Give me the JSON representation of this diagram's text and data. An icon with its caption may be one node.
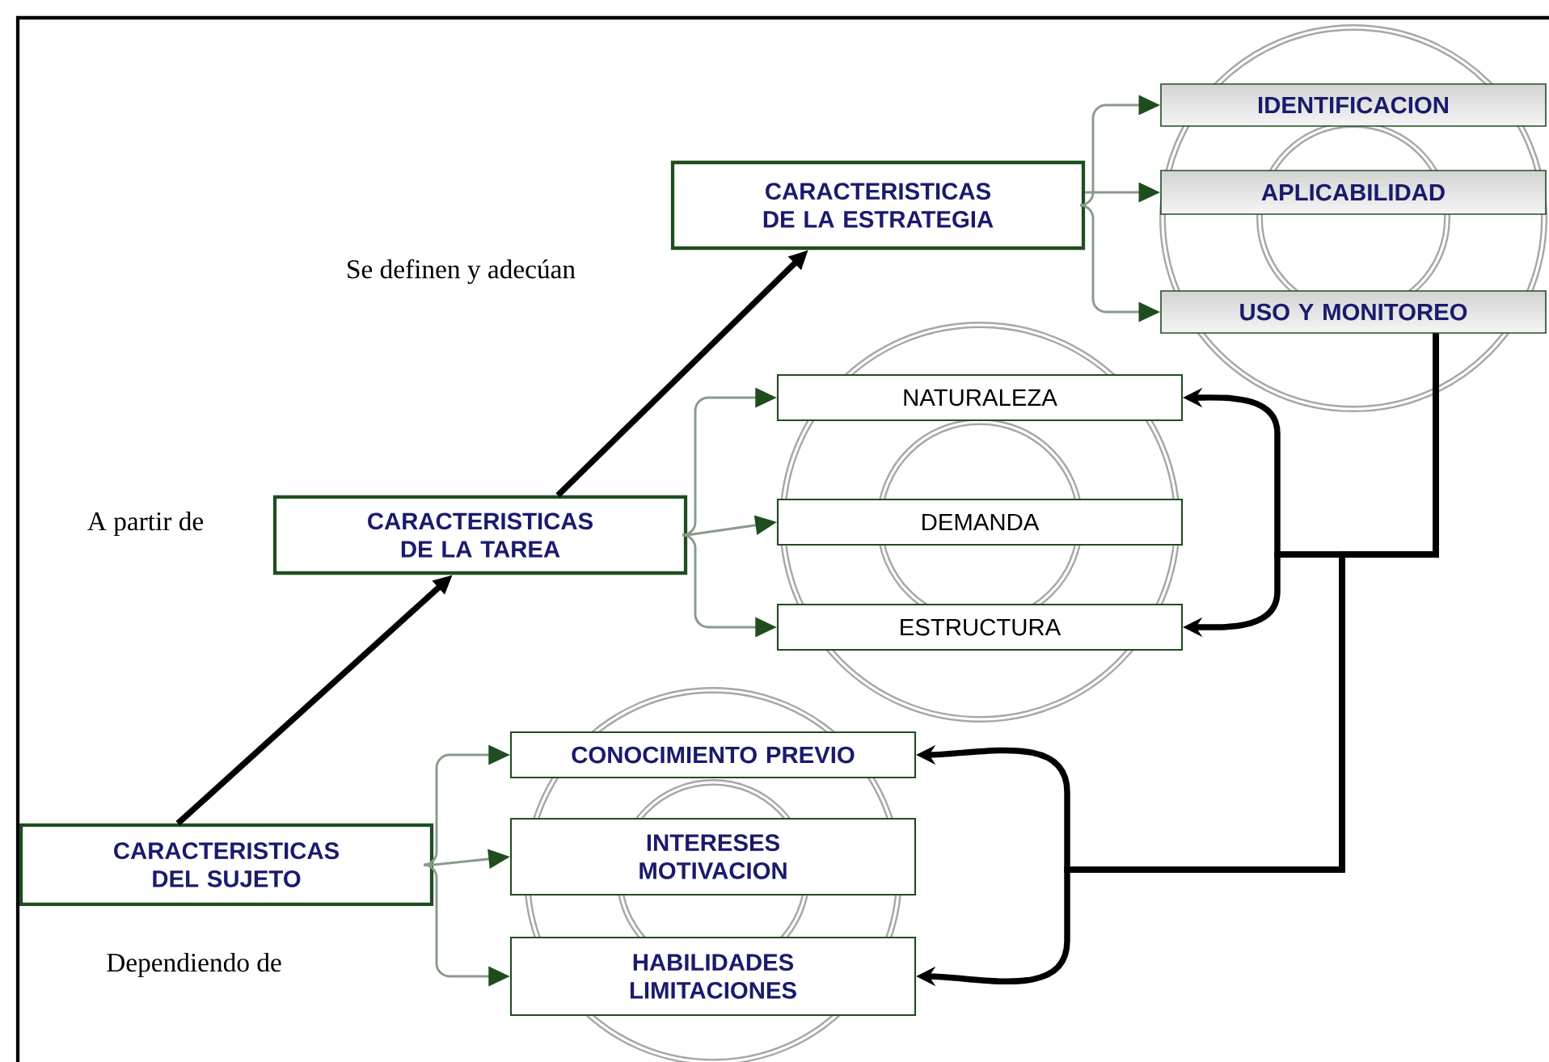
{
  "diagram": {
    "nodes": [
      {
        "text": [
          "CARACTERISTICAS DE LA ESTRATEGIA"
        ]
      },
      {
        "text": [
          "IDENTIFICACION"
        ]
      },
      {
        "text": [
          "APLICABILIDAD"
        ]
      },
      {
        "text": [
          "USO Y MONITOREO"
        ]
      },
      {
        "text": [
          "CARACTERISTICAS DE LA TAREA"
        ]
      },
      {
        "text": [
          "NATURALEZA"
        ]
      },
      {
        "text": [
          "DEMANDA"
        ]
      },
      {
        "text": [
          "ESTRUCTURA"
        ]
      },
      {
        "text": [
          "CARACTERISTICAS DEL SUJETO"
        ]
      },
      {
        "text": [
          "CONOCIMIENTO PREVIO"
        ]
      },
      {
        "text": [
          "INTERESES MOTIVACION"
        ]
      },
      {
        "text": [
          "HABILIDADES LIMITACIONES"
        ]
      }
    ],
    "edges": [
      {
        "from": 8,
        "to": 4,
        "arrow": "to",
        "style": "thick",
        "color": "#000000"
      },
      {
        "from": 4,
        "to": 0,
        "arrow": "to",
        "style": "thick",
        "color": "#000000"
      },
      {
        "from": 0,
        "to": 1,
        "arrow": "to"
      },
      {
        "from": 0,
        "to": 2,
        "arrow": "to"
      },
      {
        "from": 0,
        "to": 3,
        "arrow": "to"
      },
      {
        "from": 4,
        "to": 5,
        "arrow": "to"
      },
      {
        "from": 4,
        "to": 6,
        "arrow": "to"
      },
      {
        "from": 4,
        "to": 7,
        "arrow": "to"
      },
      {
        "from": 8,
        "to": 9,
        "arrow": "to"
      },
      {
        "from": 8,
        "to": 10,
        "arrow": "to"
      },
      {
        "from": 8,
        "to": 11,
        "arrow": "to"
      },
      {
        "from": 3,
        "to": 5,
        "arrow": "to",
        "style": "thick",
        "color": "#000000"
      },
      {
        "from": 3,
        "to": 7,
        "arrow": "to",
        "style": "thick",
        "color": "#000000"
      },
      {
        "from": 3,
        "to": 9,
        "arrow": "to",
        "style": "thick",
        "color": "#000000"
      },
      {
        "from": 3,
        "to": 11,
        "arrow": "to",
        "style": "thick",
        "color": "#000000"
      }
    ],
    "labels": [
      "Se definen y adecúan",
      "A partir de",
      "Dependiendo de"
    ]
  }
}
